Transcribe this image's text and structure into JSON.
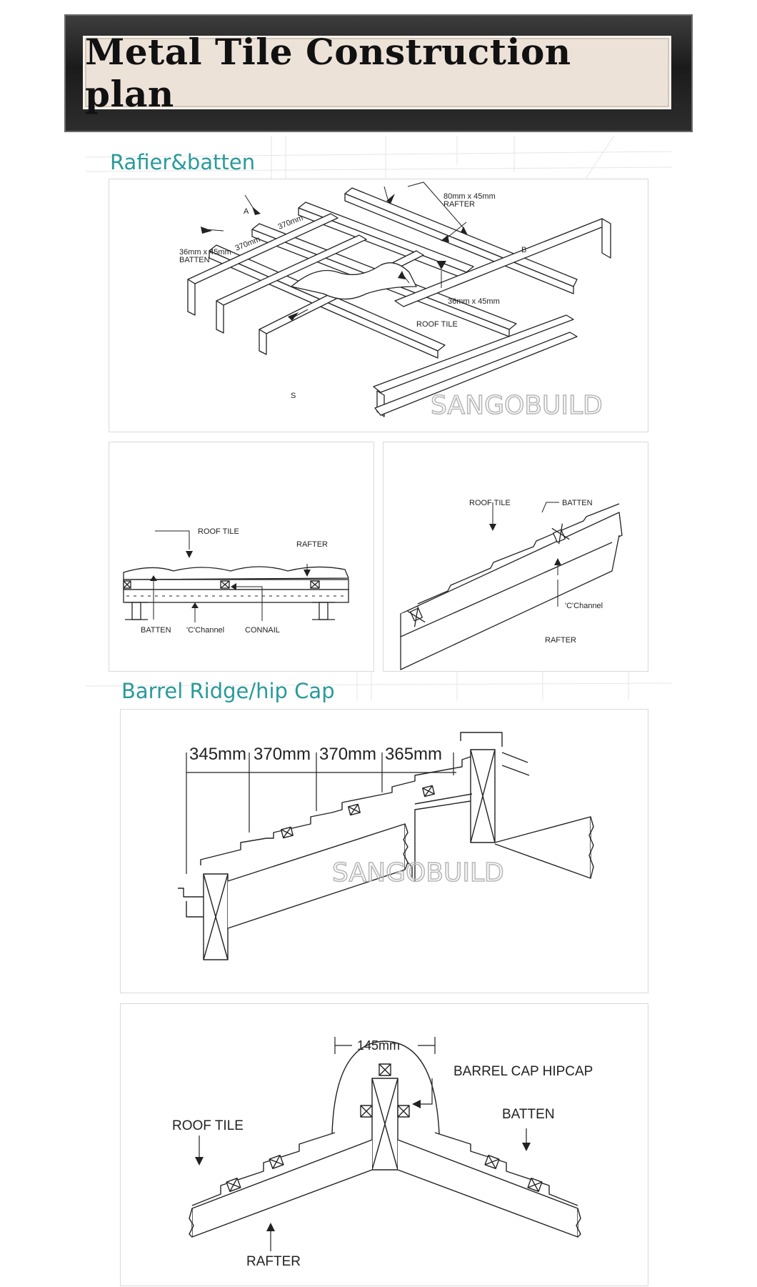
{
  "banner": {
    "title": "Metal Tile Construction plan"
  },
  "sections": {
    "rafter_batten": {
      "heading": "Rafier&batten"
    },
    "barrel_ridge": {
      "heading": "Barrel Ridge/hip Cap"
    }
  },
  "watermark": "SANGOBUILD",
  "iso_diagram": {
    "label_a": "A",
    "label_b": "B",
    "label_s": "S",
    "dim_1": "370mm",
    "dim_2": "370mm",
    "rafter_size": "80mm x 45mm",
    "rafter_word": "RAFTER",
    "batten_size": "36mm x 45mm",
    "batten_word": "BATTEN",
    "batten_size_2": "36mm x 45mm",
    "roof_tile": "ROOF  TILE"
  },
  "section_flat": {
    "roof_tile": "ROOF  TILE",
    "rafter": "RAFTER",
    "batten": "BATTEN",
    "c_channel": "'C'Channel",
    "connail": "CONNAIL"
  },
  "section_slope": {
    "roof_tile": "ROOF  TILE",
    "batten": "BATTEN",
    "c_channel": "'C'Channel",
    "rafter": "RAFTER"
  },
  "ridge_dims": {
    "d1": "345mm",
    "d2": "370mm",
    "d3": "370mm",
    "d4": "365mm"
  },
  "ridge_cap": {
    "width": "145mm",
    "barrel_cap": "BARREL CAP HIPCAP",
    "batten": "BATTEN",
    "roof_tile": "ROOF  TILE",
    "rafter": "RAFTER"
  }
}
